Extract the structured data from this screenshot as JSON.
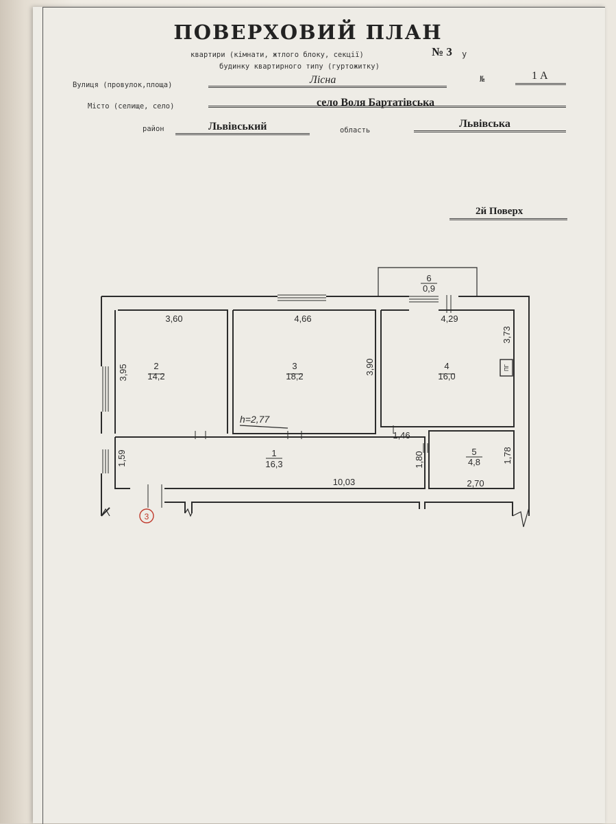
{
  "title": "ПОВЕРХОВИЙ ПЛАН",
  "subtitle_line1": "квартири (кімнати, жтлого блоку, секції)",
  "apartment_no": "№ 3",
  "subtitle_y": "у",
  "subtitle_line2": "будинку квартирного типу (гуртожитку)",
  "street_label": "Вулиця (провулок,площа)",
  "street_value": "Лісна",
  "number_label": "№",
  "number_value": "1 А",
  "city_label": "Місто (селище, село)",
  "city_value": "село Воля Бартатівська",
  "district_label": "район",
  "district_value": "Львівський",
  "region_label": "область",
  "region_value": "Львівська",
  "floor_value": "2й Поверх",
  "rooms": [
    {
      "num": "1",
      "area": "16,3"
    },
    {
      "num": "2",
      "area": "14,2"
    },
    {
      "num": "3",
      "area": "18,2"
    },
    {
      "num": "4",
      "area": "16,0"
    },
    {
      "num": "5",
      "area": "4,8"
    },
    {
      "num": "6",
      "area": "0,9"
    }
  ],
  "dimensions": {
    "d_360": "3,60",
    "d_466": "4,66",
    "d_429": "4,29",
    "d_395": "3,95",
    "d_390": "3,90",
    "d_373": "3,73",
    "d_146": "1,46",
    "d_159": "1,59",
    "d_180": "1,80",
    "d_178": "1,78",
    "d_1003": "10,03",
    "d_270": "2,70"
  },
  "height_note": "h=2,77",
  "entrance_mark": "3",
  "stove_label": "ПГ",
  "colors": {
    "ink": "#2b2b2b",
    "paper": "#eeece6",
    "stamp_red": "#c0392b"
  }
}
